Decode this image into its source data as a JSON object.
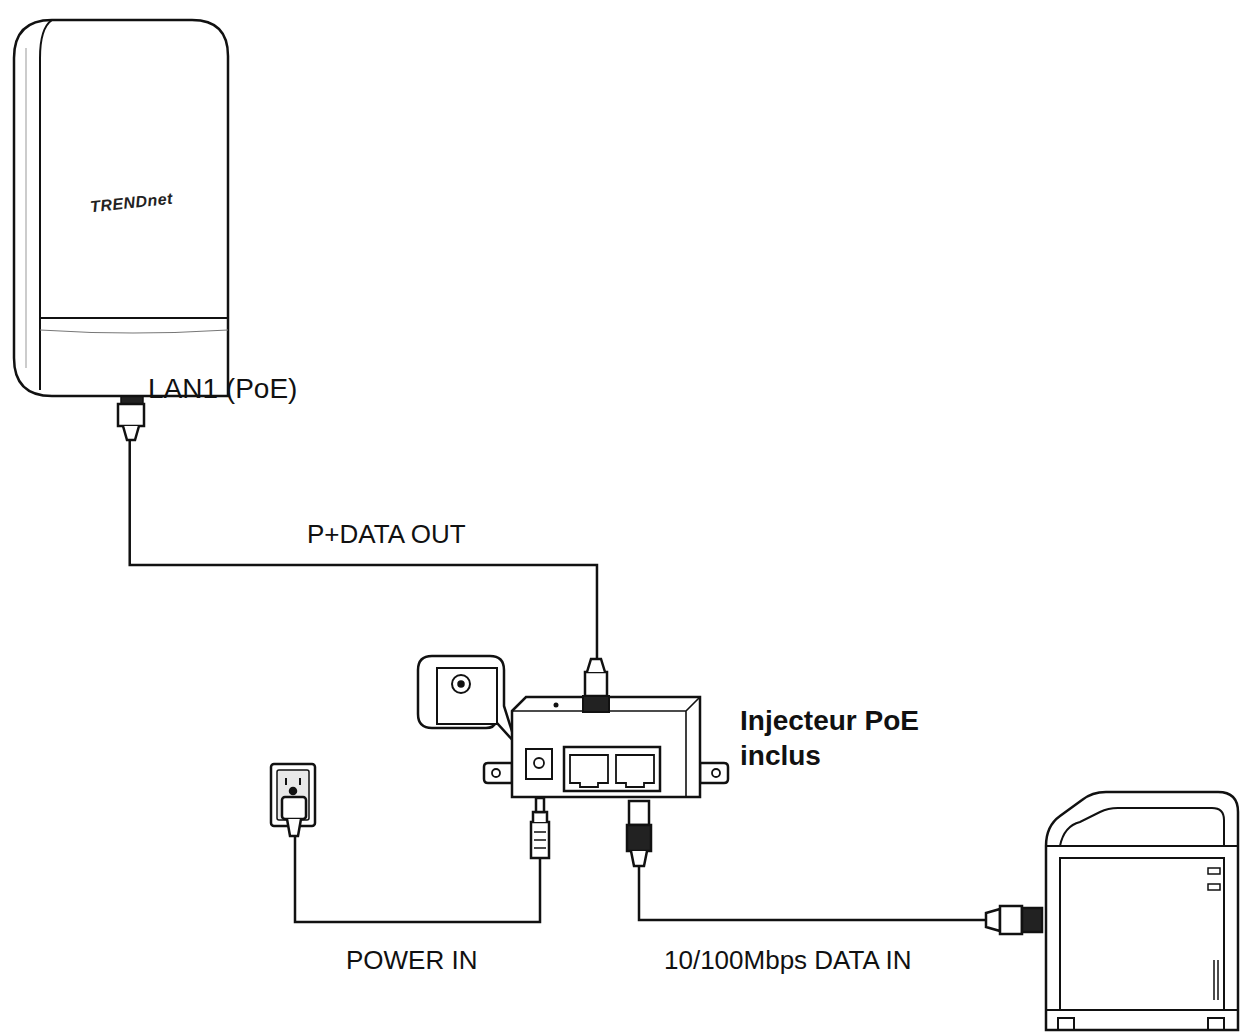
{
  "diagram": {
    "nodes": [
      {
        "text": [
          "TRENDnet"
        ]
      },
      {
        "text": [
          "Injecteur PoE inclus"
        ]
      }
    ],
    "edges": [
      {
        "from": 0,
        "to": 1,
        "label": "P+DATA OUT",
        "arrow": "none"
      }
    ],
    "labels": [
      "LAN1 (PoE)",
      "POWER IN",
      "10/100Mbps DATA IN"
    ]
  }
}
